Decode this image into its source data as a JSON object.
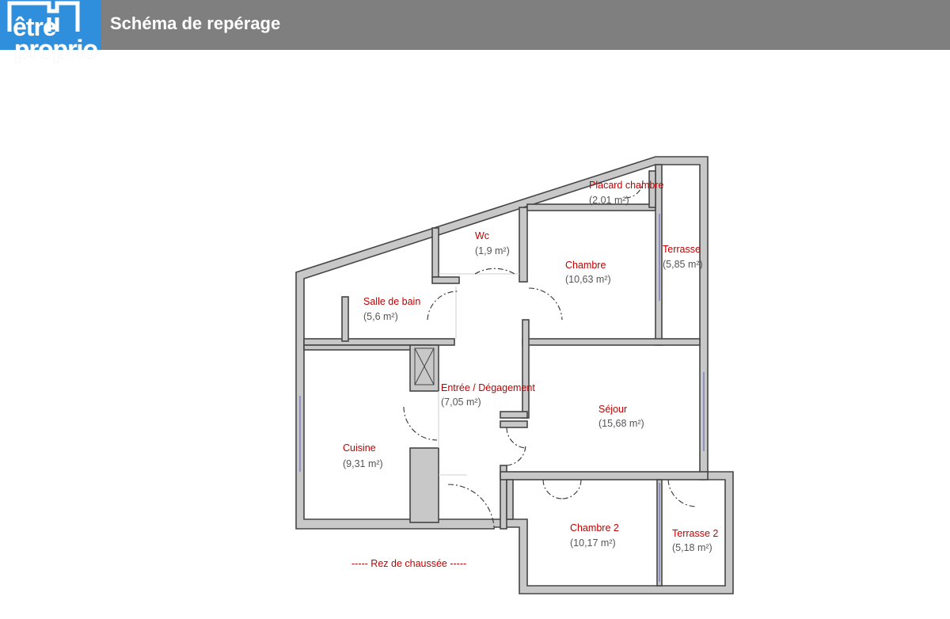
{
  "header": {
    "title": "Schéma de repérage",
    "logo_line1": "être",
    "logo_line2": "proprio",
    "brand_color": "#2f8fdc",
    "bar_color": "#7f7f7f"
  },
  "rooms": [
    {
      "name": "Placard chambre",
      "area": "(2,01 m²)"
    },
    {
      "name": "Wc",
      "area": "(1,9 m²)"
    },
    {
      "name": "Chambre",
      "area": "(10,63 m²)"
    },
    {
      "name": "Terrasse",
      "area": "(5,85 m²)"
    },
    {
      "name": "Salle de bain",
      "area": "(5,6 m²)"
    },
    {
      "name": "Entrée / Dégagement",
      "area": "(7,05 m²)"
    },
    {
      "name": "Séjour",
      "area": "(15,68 m²)"
    },
    {
      "name": "Cuisine",
      "area": "(9,31 m²)"
    },
    {
      "name": "Chambre 2",
      "area": "(10,17 m²)"
    },
    {
      "name": "Terrasse 2",
      "area": "(5,18 m²)"
    }
  ],
  "level_label": "----- Rez de chaussée -----",
  "colors": {
    "room_name": "#c00000",
    "room_area": "#555555",
    "wall_fill": "#c8c8c8",
    "wall_stroke": "#454545"
  }
}
